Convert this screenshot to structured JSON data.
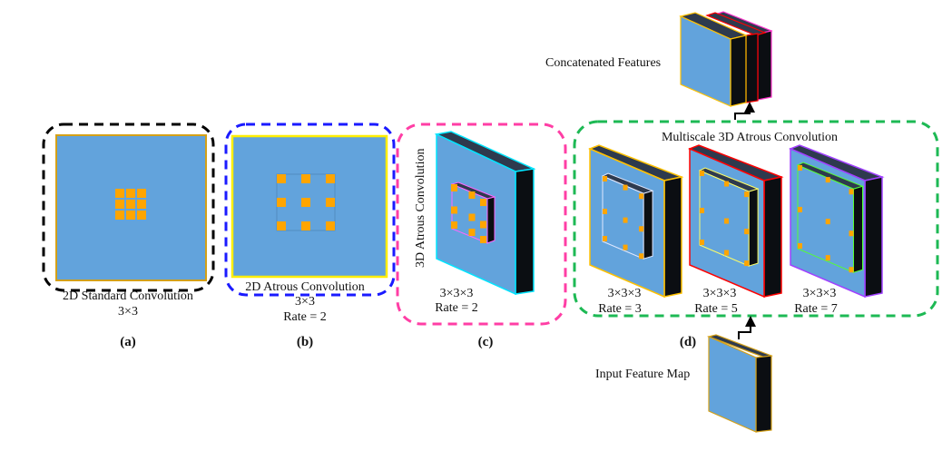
{
  "colors": {
    "face": "#62a3dc",
    "top": "#2e3a4e",
    "side": "#0b0e12",
    "kernel": "#ffa500",
    "panel_a_border": "#000000",
    "panel_b_border": "#1a1aff",
    "panel_c_border": "#ff3ea5",
    "panel_d_border": "#1db954",
    "map_a_outline": "#d4a017",
    "map_b_outline": "#ffee00",
    "map_c_outline": "#00e5ff",
    "kernel_c_outline": "#ff66ff",
    "rate3_outline": "#ffc000",
    "rate5_outline": "#ff0000",
    "rate7_outline": "#a040ff",
    "rate3_kernel_outline": "#e0e8ff",
    "rate5_kernel_outline": "#ffff66",
    "rate7_kernel_outline": "#55ff33"
  },
  "panels": {
    "a": {
      "caption": "(a)",
      "title": "2D Standard Convolution",
      "kernel": "3×3"
    },
    "b": {
      "caption": "(b)",
      "title": "2D Atrous Convolution",
      "kernel": "3×3",
      "rate": "Rate = 2"
    },
    "c": {
      "caption": "(c)",
      "title": "3D Atrous Convolution",
      "kernel": "3×3×3",
      "rate": "Rate = 2"
    },
    "d": {
      "caption": "(d)",
      "title": "Multiscale 3D Atrous Convolution",
      "branches": [
        {
          "kernel": "3×3×3",
          "rate": "Rate = 3"
        },
        {
          "kernel": "3×3×3",
          "rate": "Rate = 5"
        },
        {
          "kernel": "3×3×3",
          "rate": "Rate = 7"
        }
      ],
      "input_label": "Input Feature Map",
      "output_label": "Concatenated Features"
    }
  }
}
